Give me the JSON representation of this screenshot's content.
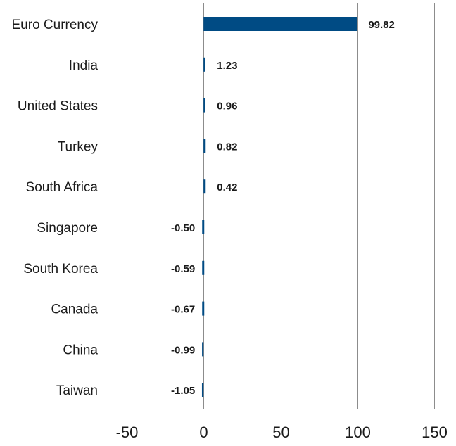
{
  "chart_data": {
    "type": "bar",
    "orientation": "horizontal",
    "title": "",
    "xlabel": "",
    "ylabel": "",
    "categories": [
      "Euro Currency",
      "India",
      "United States",
      "Turkey",
      "South Africa",
      "Singapore",
      "South Korea",
      "Canada",
      "China",
      "Taiwan"
    ],
    "values": [
      99.82,
      1.23,
      0.96,
      0.82,
      0.42,
      -0.5,
      -0.59,
      -0.67,
      -0.99,
      -1.05
    ],
    "value_labels": [
      "99.82",
      "1.23",
      "0.96",
      "0.82",
      "0.42",
      "-0.50",
      "-0.59",
      "-0.67",
      "-0.99",
      "-1.05"
    ],
    "xlim": [
      -50,
      150
    ],
    "xticks": [
      -50,
      0,
      50,
      100,
      150
    ],
    "xtick_labels": [
      "-50",
      "0",
      "50",
      "100",
      "150"
    ],
    "grid": true,
    "legend": "none",
    "bar_color": "#004b84"
  }
}
